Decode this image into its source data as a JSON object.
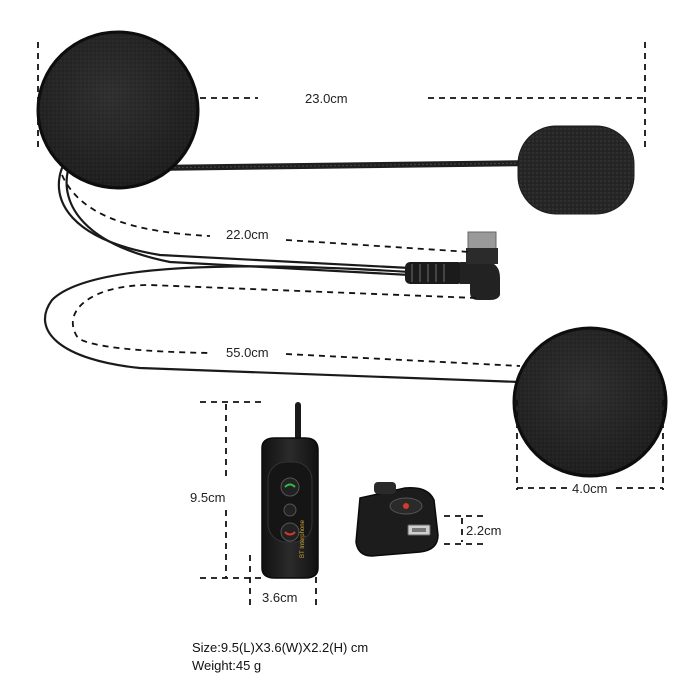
{
  "dimensions": {
    "length_total": "23.0cm",
    "cable_short": "22.0cm",
    "cable_long": "55.0cm",
    "speaker_diameter": "4.0cm",
    "unit_height": "9.5cm",
    "unit_width": "3.6cm",
    "unit_thickness": "2.2cm"
  },
  "specs": {
    "size": "Size:9.5(L)X3.6(W)X2.2(H) cm",
    "weight": "Weight:45 g"
  },
  "product": {
    "device_label": "BT Interphone"
  },
  "colors": {
    "product_black": "#1c1c1c",
    "foam_black": "#2a2a2a",
    "dashed_line": "#111111",
    "background": "#ffffff"
  }
}
